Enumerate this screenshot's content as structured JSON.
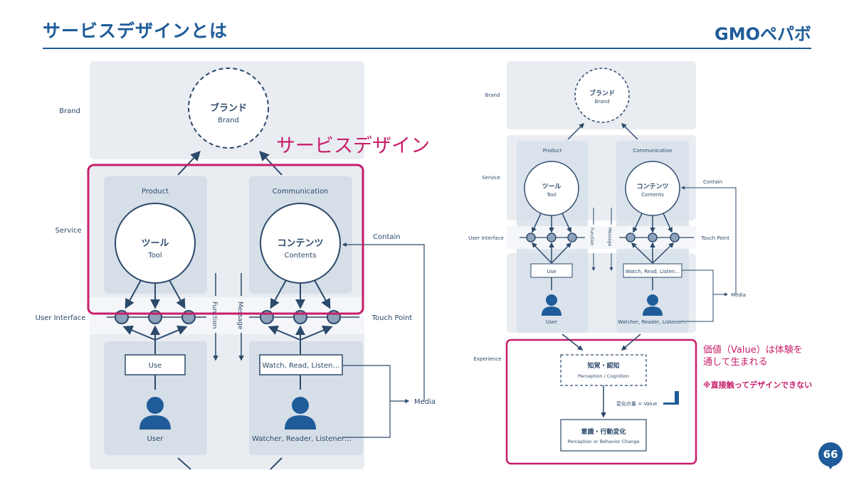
{
  "slide": {
    "title": "サービスデザインとは",
    "logo": "GMOペパボ",
    "page_number": "66"
  },
  "left_diagram": {
    "row_labels": [
      "Brand",
      "Service",
      "User Interface"
    ],
    "brand_title": "ブランド",
    "brand_sub": "Brand",
    "service_design_label": "サービスデザイン",
    "product_label": "Product",
    "communication_label": "Communication",
    "tool_title": "ツール",
    "tool_sub": "Tool",
    "contents_title": "コンテンツ",
    "contents_sub": "Contents",
    "function_label": "Function",
    "message_label": "Message",
    "contain_label": "Contain",
    "touch_point_label": "Touch Point",
    "media_label": "Media",
    "use_label": "Use",
    "watch_label": "Watch, Read, Listen…",
    "user_label": "User",
    "watcher_label": "Watcher, Reader, Listener…"
  },
  "right_diagram": {
    "row_labels": [
      "Brand",
      "Service",
      "User Interface",
      "Experience"
    ],
    "brand_title": "ブランド",
    "brand_sub": "Brand",
    "product_label": "Product",
    "communication_label": "Communication",
    "tool_title": "ツール",
    "tool_sub": "Tool",
    "contents_title": "コンテンツ",
    "contents_sub": "Contents",
    "function_label": "Function",
    "message_label": "Message",
    "contain_label": "Contain",
    "touch_point_label": "Touch Point",
    "media_label": "Media",
    "use_label": "Use",
    "watch_label": "Watch, Read, Listen…",
    "user_label": "User",
    "watcher_label": "Watcher, Reader, Listener…",
    "perception_title": "知覚・認知",
    "perception_sub": "Perception / Cognition",
    "change_amount_label": "変化の量 = Value",
    "behavior_title": "意識・行動変化",
    "behavior_sub": "Perception or Behavior Change"
  },
  "annotations": {
    "value_line1": "価値（Value）は体験を",
    "value_line2": "通して生まれる",
    "note": "※直接触ってデザインできない"
  },
  "colors": {
    "accent_blue": "#1f5c99",
    "pink": "#c81e6a",
    "panel": "#e9edf2",
    "panel_dark": "#d6dee8",
    "node": "#8fa3bd",
    "stroke": "#2c4a6b"
  }
}
